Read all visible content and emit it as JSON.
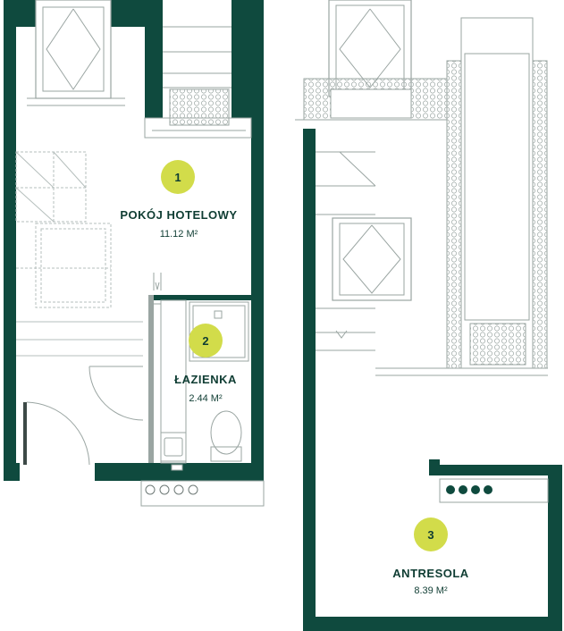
{
  "colors": {
    "wall": "#0f4a3e",
    "line": "#9aa5a2",
    "dark_line": "#3d4a47",
    "badge": "#d2dc4a",
    "label": "#0f3d33"
  },
  "rooms": [
    {
      "number": "1",
      "name": "POKÓJ HOTELOWY",
      "area": "11.12 M²"
    },
    {
      "number": "2",
      "name": "ŁAZIENKA",
      "area": "2.44 M²"
    },
    {
      "number": "3",
      "name": "ANTRESOLA",
      "area": "8.39 M²"
    }
  ]
}
